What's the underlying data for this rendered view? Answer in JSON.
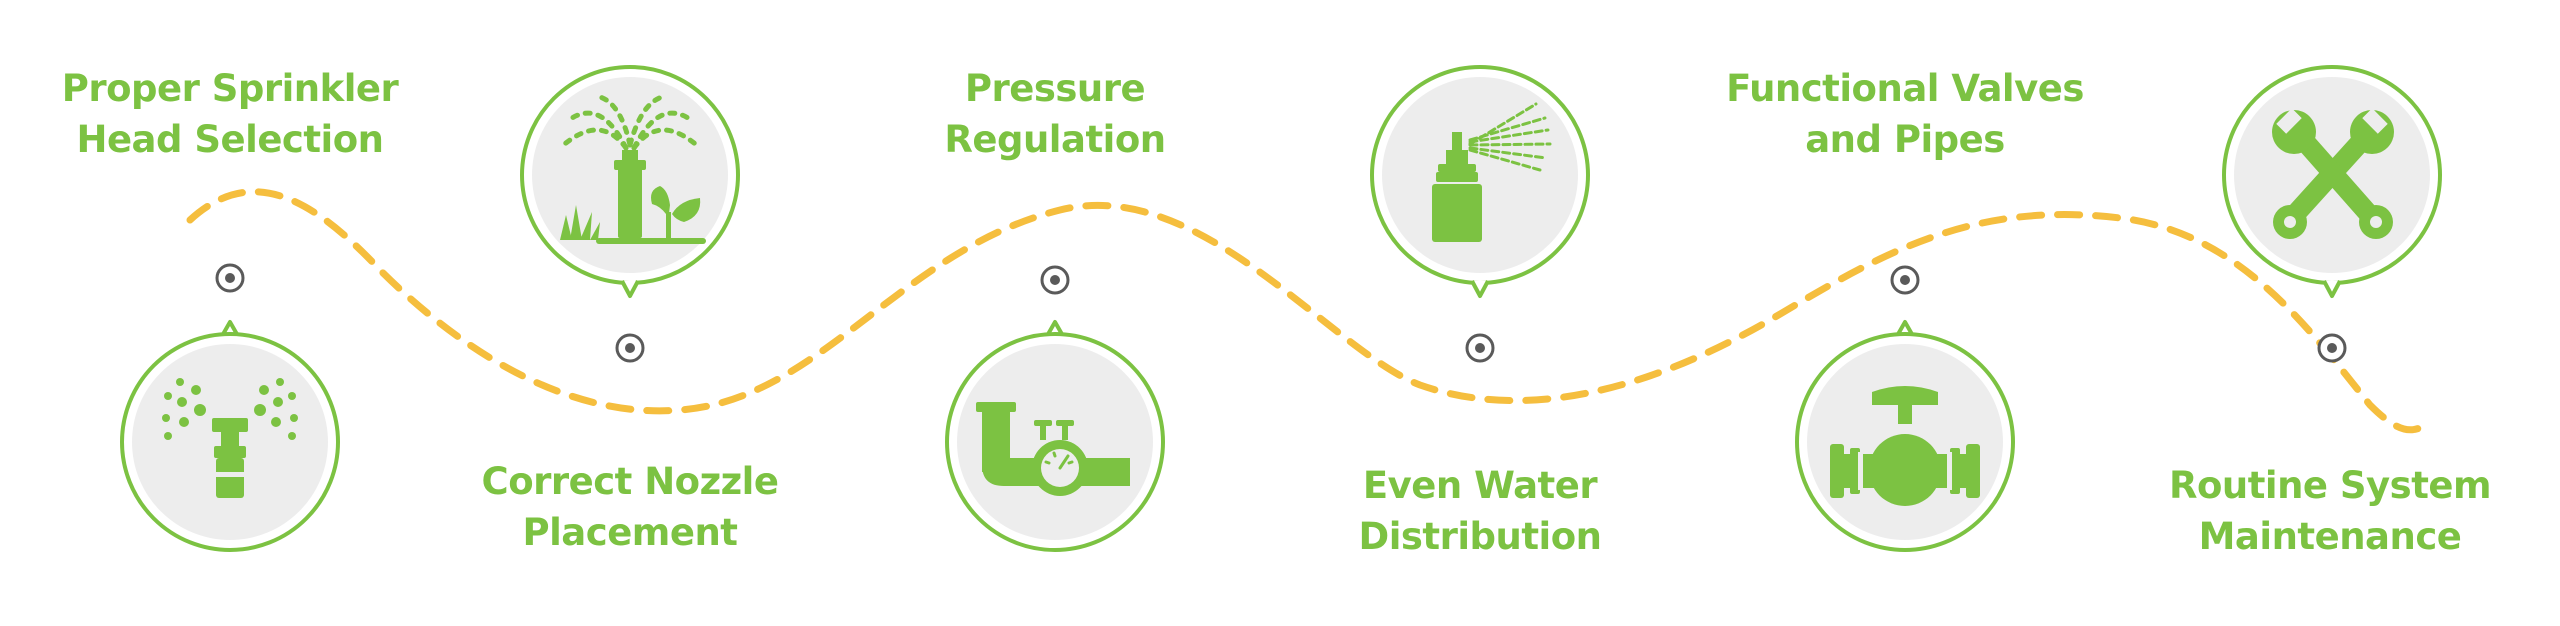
{
  "colors": {
    "accent": "#7cc242",
    "path": "#f5be3e",
    "circle_fill": "#ededed",
    "marker": "#5a5a5a"
  },
  "steps": [
    {
      "line1": "Proper Sprinkler",
      "line2": "Head Selection",
      "icon": "sprinkler-head-icon"
    },
    {
      "line1": "Correct Nozzle",
      "line2": "Placement",
      "icon": "sprinkler-spray-plants-icon"
    },
    {
      "line1": "Pressure",
      "line2": "Regulation",
      "icon": "pipe-pressure-gauge-icon"
    },
    {
      "line1": "Even Water",
      "line2": "Distribution",
      "icon": "pop-up-sprinkler-spray-icon"
    },
    {
      "line1": "Functional Valves",
      "line2": "and Pipes",
      "icon": "pipe-valve-icon"
    },
    {
      "line1": "Routine System",
      "line2": "Maintenance",
      "icon": "wrench-tools-icon"
    }
  ]
}
